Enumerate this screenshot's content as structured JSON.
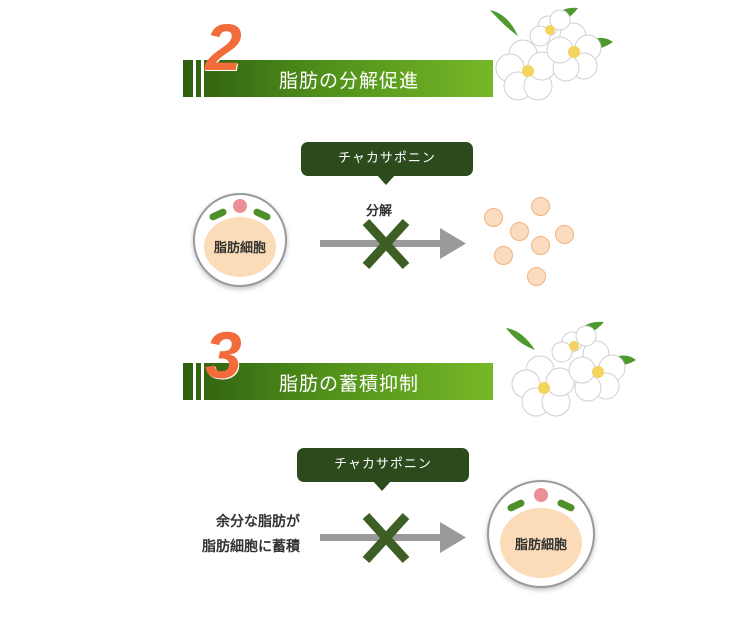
{
  "section2": {
    "number": "2",
    "title": "脂肪の分解促進",
    "bubble": "チャカサポニン",
    "action_label": "分解",
    "cell_label": "脂肪細胞"
  },
  "section3": {
    "number": "3",
    "title": "脂肪の蓄積抑制",
    "bubble": "チャカサポニン",
    "lines": [
      "余分な脂肪が",
      "脂肪細胞に蓄積"
    ],
    "cell_label": "脂肪細胞"
  },
  "colors": {
    "banner_dark": "#2e5f10",
    "banner_light": "#77b828",
    "number": "#f26b3a",
    "bubble": "#2b4b1d",
    "cross": "#3d5e24",
    "arrow": "#9a9a9a",
    "fat": "#fcdcb8"
  },
  "icons": {
    "flower": "jasmine-flower-icon",
    "cross": "cross-icon",
    "arrow": "arrow-right-icon"
  }
}
